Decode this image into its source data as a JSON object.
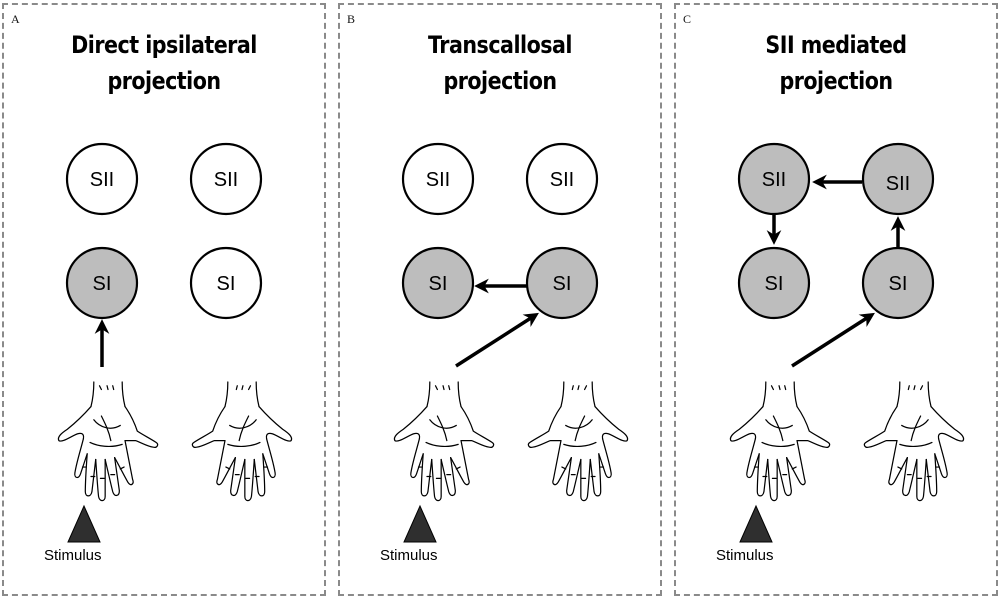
{
  "panels": [
    {
      "letter": "A",
      "title": "Direct ipsilateral\nprojection",
      "nodes": {
        "sii_left": "SII",
        "sii_right": "SII",
        "si_left": "SI",
        "si_right": "SI"
      },
      "active": [
        "si_left"
      ],
      "stimulus_label": "Stimulus"
    },
    {
      "letter": "B",
      "title": "Transcallosal\nprojection",
      "nodes": {
        "sii_left": "SII",
        "sii_right": "SII",
        "si_left": "SI",
        "si_right": "SI"
      },
      "active": [
        "si_left",
        "si_right"
      ],
      "stimulus_label": "Stimulus"
    },
    {
      "letter": "C",
      "title": "SII mediated\nprojection",
      "nodes": {
        "sii_left": "SII",
        "sii_right": "SII",
        "si_left": "SI",
        "si_right": "SI"
      },
      "active": [
        "sii_left",
        "sii_right",
        "si_left",
        "si_right"
      ],
      "stimulus_label": "Stimulus"
    }
  ],
  "colors": {
    "active_fill": "#bdbdbd",
    "inactive_fill": "#ffffff",
    "stroke": "#000000",
    "border": "#8a8a8a"
  }
}
